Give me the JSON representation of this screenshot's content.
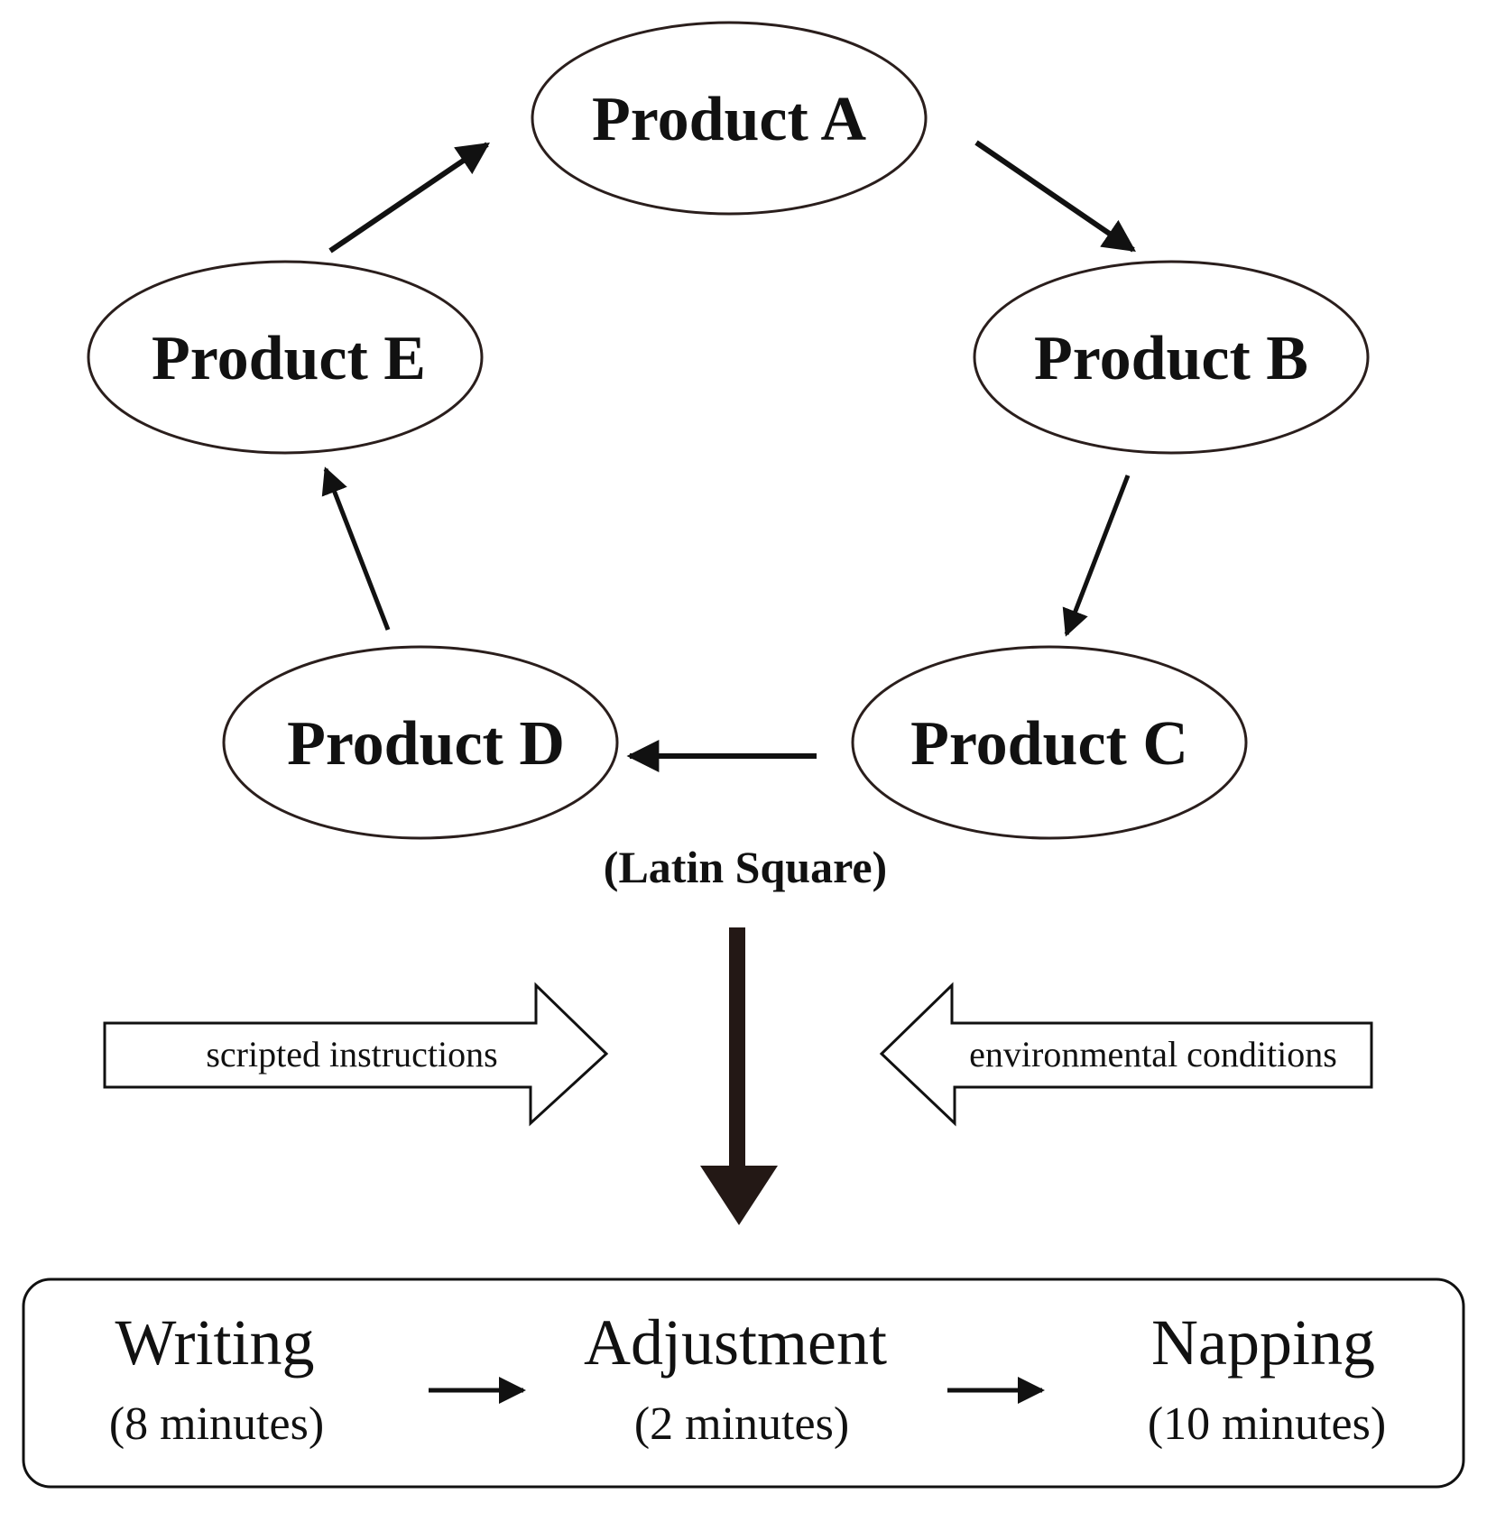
{
  "cycle": {
    "products": [
      {
        "label": "Product A"
      },
      {
        "label": "Product B"
      },
      {
        "label": "Product C"
      },
      {
        "label": "Product D"
      },
      {
        "label": "Product E"
      }
    ],
    "caption": "(Latin Square)"
  },
  "inputs": {
    "left": "scripted instructions",
    "right": "environmental conditions"
  },
  "steps": [
    {
      "name": "Writing",
      "duration": "(8 minutes)"
    },
    {
      "name": "Adjustment",
      "duration": "(2 minutes)"
    },
    {
      "name": "Napping",
      "duration": "(10 minutes)"
    }
  ],
  "colors": {
    "stroke": "#111111",
    "main_arrow": "#231815"
  }
}
